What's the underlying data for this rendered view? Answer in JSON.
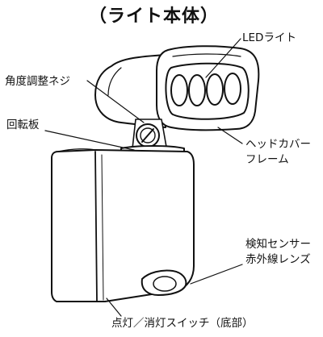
{
  "title": "（ライト本体）",
  "labels": {
    "led_light": "LEDライト",
    "angle_screw": "角度調整ネジ",
    "rotating_plate": "回転板",
    "head_cover_frame_line1": "ヘッドカバー",
    "head_cover_frame_line2": "フレーム",
    "sensor_line1": "検知センサー",
    "sensor_line2": "赤外線レンズ",
    "switch": "点灯／消灯スイッチ（底部）"
  }
}
